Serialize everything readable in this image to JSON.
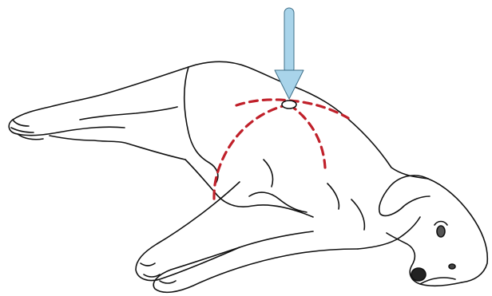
{
  "figure": {
    "subject": "dog-lying-on-side",
    "markers": {
      "pressure_arrow": {
        "direction": "down",
        "icon": "down-arrow-icon",
        "color": "#a9d4ea",
        "outline": "#3f6f88"
      },
      "contact_point": {
        "icon": "circle-icon"
      },
      "radiating_lines": {
        "count": 3,
        "style": "dashed",
        "color": "#c0202a"
      }
    },
    "outline_color": "#111111"
  }
}
